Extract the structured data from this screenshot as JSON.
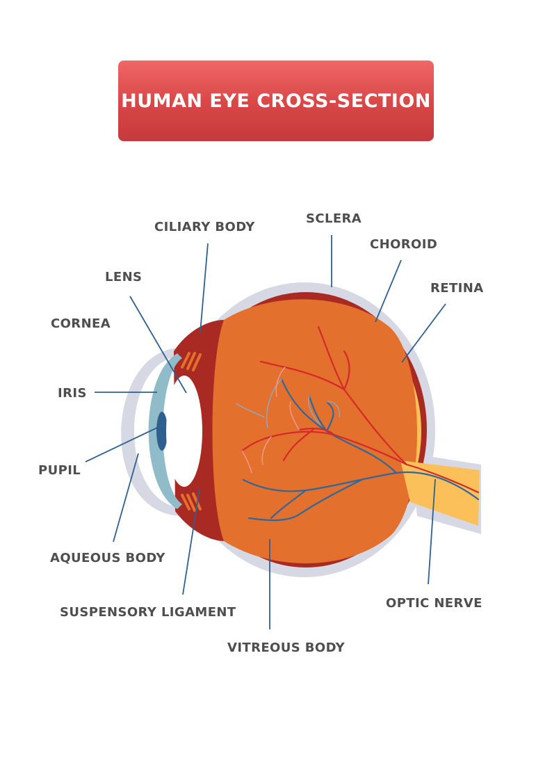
{
  "title": "HUMAN EYE CROSS-SECTION",
  "labels": {
    "ciliary_body": "CILIARY BODY",
    "sclera": "SCLERA",
    "choroid": "CHOROID",
    "lens": "LENS",
    "retina": "RETINA",
    "cornea": "CORNEA",
    "iris": "IRIS",
    "pupil": "PUPIL",
    "aqueous_body": "AQUEOUS BODY",
    "suspensory_ligament": "SUSPENSORY LIGAMENT",
    "vitreous_body": "VITREOUS BODY",
    "optic_nerve": "OPTIC NERVE"
  },
  "colors": {
    "banner": "#d84646",
    "sclera": "#d6d8e3",
    "choroid": "#a82a22",
    "retina": "#fcc05a",
    "vitreous": "#e3702c",
    "cornea": "#8fbcc8",
    "leader_line": "#2f5f8f"
  }
}
